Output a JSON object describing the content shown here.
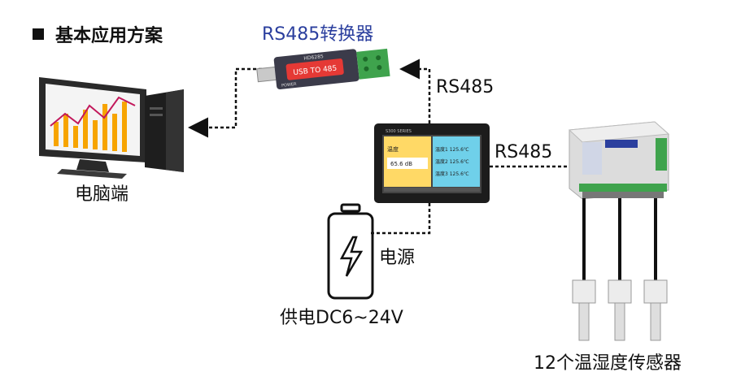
{
  "title": "基本应用方案",
  "converter": {
    "title": "RS485转换器",
    "body_text": "USB TO 485",
    "model": "HD6285",
    "power_text": "POWER"
  },
  "labels": {
    "pc": "电脑端",
    "rs485_top": "RS485",
    "rs485_right": "RS485",
    "power": "电源",
    "supply": "供电DC6~24V",
    "sensors": "12个温湿度传感器"
  },
  "display": {
    "series": "S300 SERIES",
    "left_rows": [
      "温度",
      "65.6 dB"
    ],
    "right_rows": [
      "温度1 125.6℃",
      "温度2 125.6℃",
      "温度3 125.6℃"
    ]
  },
  "colors": {
    "accent": "#2b3f9e",
    "screen_yellow": "#ffd966",
    "screen_cyan": "#6fd0ea",
    "module_green": "#3fa34d"
  }
}
